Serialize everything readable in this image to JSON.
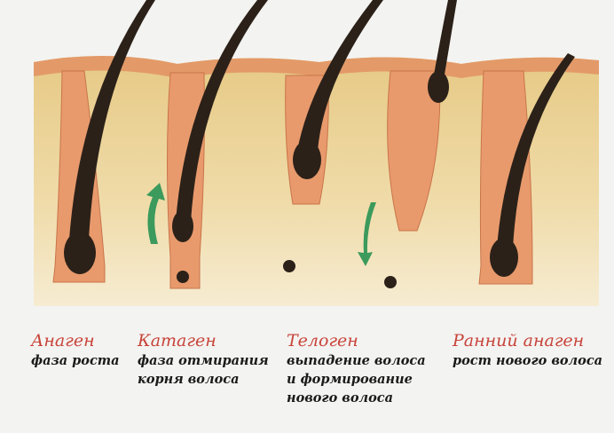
{
  "phases": [
    {
      "title": "Анаген",
      "lines": [
        "фаза роста"
      ]
    },
    {
      "title": "Катаген",
      "lines": [
        "фаза отмирания",
        "корня волоса"
      ]
    },
    {
      "title": "Телоген",
      "lines": [
        "выпадение волоса",
        "и формирование",
        "нового волоса"
      ]
    },
    {
      "title": "Ранний анаген",
      "lines": [
        "рост нового волоса"
      ]
    }
  ],
  "colors": {
    "title": "#c8443a",
    "skin": "#edd69c",
    "follicle": "#e89a6c",
    "hair": "#2b2119",
    "arrow": "#3b9a5c"
  }
}
